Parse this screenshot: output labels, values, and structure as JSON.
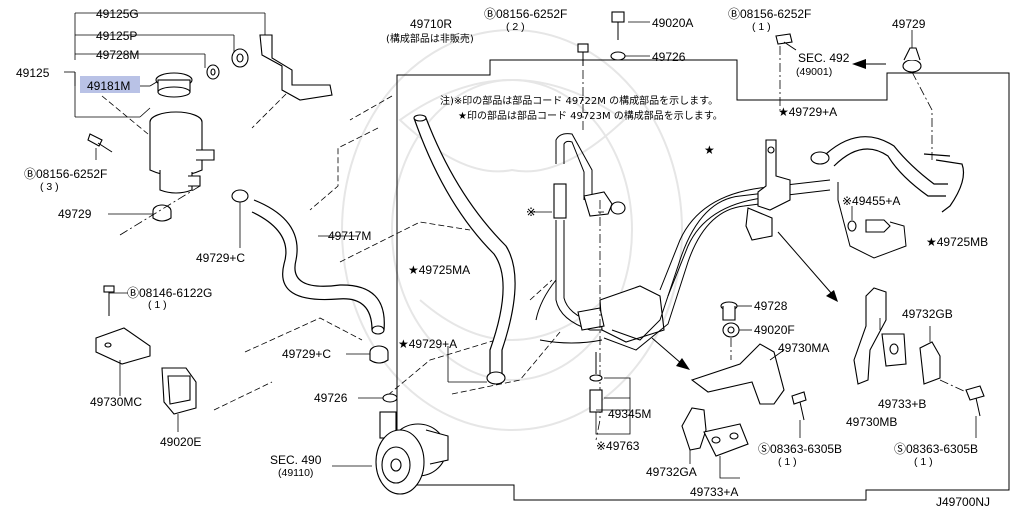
{
  "colors": {
    "line": "#000000",
    "highlight": "#b9c2e6",
    "background": "#ffffff"
  },
  "labels": {
    "p49125G": "49125G",
    "p49125P": "49125P",
    "p49728M": "49728M",
    "p49125": "49125",
    "p49181M": "49181M",
    "bolt_left_code": "Ⓑ08156-6252F",
    "bolt_left_qty": "( 3 )",
    "p49729_left": "49729",
    "p49729C_top": "49729+C",
    "p49717M": "49717M",
    "bolt_mid_code": "Ⓑ08146-6122G",
    "bolt_mid_qty": "( 1 )",
    "p49730MC": "49730MC",
    "p49020E": "49020E",
    "p49729C_low": "49729+C",
    "p49726_low": "49726",
    "sec490": "SEC. 490",
    "sec490_sub": "(49110)",
    "p49710R": "49710R",
    "p49710R_note": "(構成部品は非販売)",
    "bolt_top_code": "Ⓑ08156-6252F",
    "bolt_top_qty": "( 2 )",
    "p49020A": "49020A",
    "p49726_top": "49726",
    "bolt_tr_code": "Ⓑ08156-6252F",
    "bolt_tr_qty": "( 1 )",
    "p49729_tr": "49729",
    "sec492": "SEC. 492",
    "sec492_sub": "(49001)",
    "note_line1": "注)※印の部品は部品コード 49722M の構成部品を示します。",
    "note_line2": "★印の部品は部品コード 49723M の構成部品を示します。",
    "p49729A_top": "★49729+A",
    "star_mark": "★",
    "asterisk_mark": "※",
    "p49455A": "※49455+A",
    "p49725MB": "★49725MB",
    "p49725MA": "★49725MA",
    "p49729A_low": "★49729+A",
    "p49728": "49728",
    "p49020F": "49020F",
    "p49730MA": "49730MA",
    "p49732GB": "49732GB",
    "p49733B": "49733+B",
    "p49730MB": "49730MB",
    "p49345M": "49345M",
    "p49763": "※49763",
    "p49732GA": "49732GA",
    "p49733A": "49733+A",
    "screw_mid_code": "Ⓢ08363-6305B",
    "screw_mid_qty": "( 1 )",
    "screw_right_code": "Ⓢ08363-6305B",
    "screw_right_qty": "( 1 )",
    "diagram_id": "J49700NJ"
  }
}
